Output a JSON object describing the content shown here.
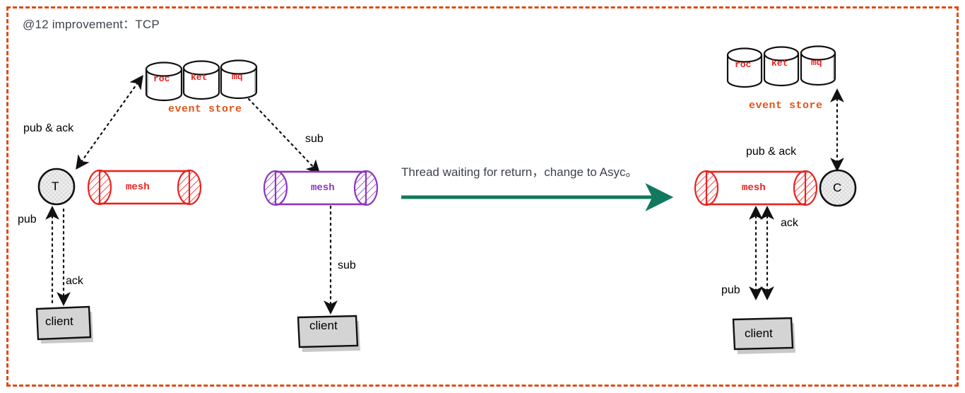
{
  "page": {
    "title": "@12 improvement：TCP",
    "border_color": "#e04a13",
    "background": "#ffffff"
  },
  "colors": {
    "border": "#e04a13",
    "db_label": "#e8231f",
    "event_store_label": "#e0561b",
    "mesh_red": "#e8231f",
    "mesh_purple": "#8b36c0",
    "flow_arrow": "#12795e",
    "client_fill": "#d4d4d4",
    "node_fill": "#ebebeb",
    "title_text": "#3d424b"
  },
  "left_cluster": {
    "event_store": {
      "label": "event store",
      "databases": [
        "roc",
        "ket",
        "mq"
      ]
    },
    "node": {
      "label": "T"
    },
    "mesh": {
      "label": "mesh",
      "color": "#e8231f"
    },
    "client": {
      "label": "client"
    },
    "edges": [
      {
        "label": "pub & ack",
        "name": "pub-ack-edge"
      },
      {
        "label": "pub",
        "name": "pub-edge"
      },
      {
        "label": "ack",
        "name": "ack-edge"
      }
    ]
  },
  "middle_cluster": {
    "mesh": {
      "label": "mesh",
      "color": "#8b36c0"
    },
    "client": {
      "label": "client"
    },
    "edges": [
      {
        "label": "sub",
        "name": "sub-edge-top"
      },
      {
        "label": "sub",
        "name": "sub-edge-bottom"
      }
    ]
  },
  "flow": {
    "caption": "Thread waiting for return，change to Asyc。",
    "arrow_color": "#12795e"
  },
  "right_cluster": {
    "event_store": {
      "label": "event store",
      "databases": [
        "roc",
        "ket",
        "mq"
      ]
    },
    "node": {
      "label": "C"
    },
    "mesh": {
      "label": "mesh",
      "color": "#e8231f"
    },
    "client": {
      "label": "client"
    },
    "edges": [
      {
        "label": "pub & ack",
        "name": "pub-ack-edge"
      },
      {
        "label": "ack",
        "name": "ack-edge"
      },
      {
        "label": "pub",
        "name": "pub-edge"
      }
    ]
  }
}
